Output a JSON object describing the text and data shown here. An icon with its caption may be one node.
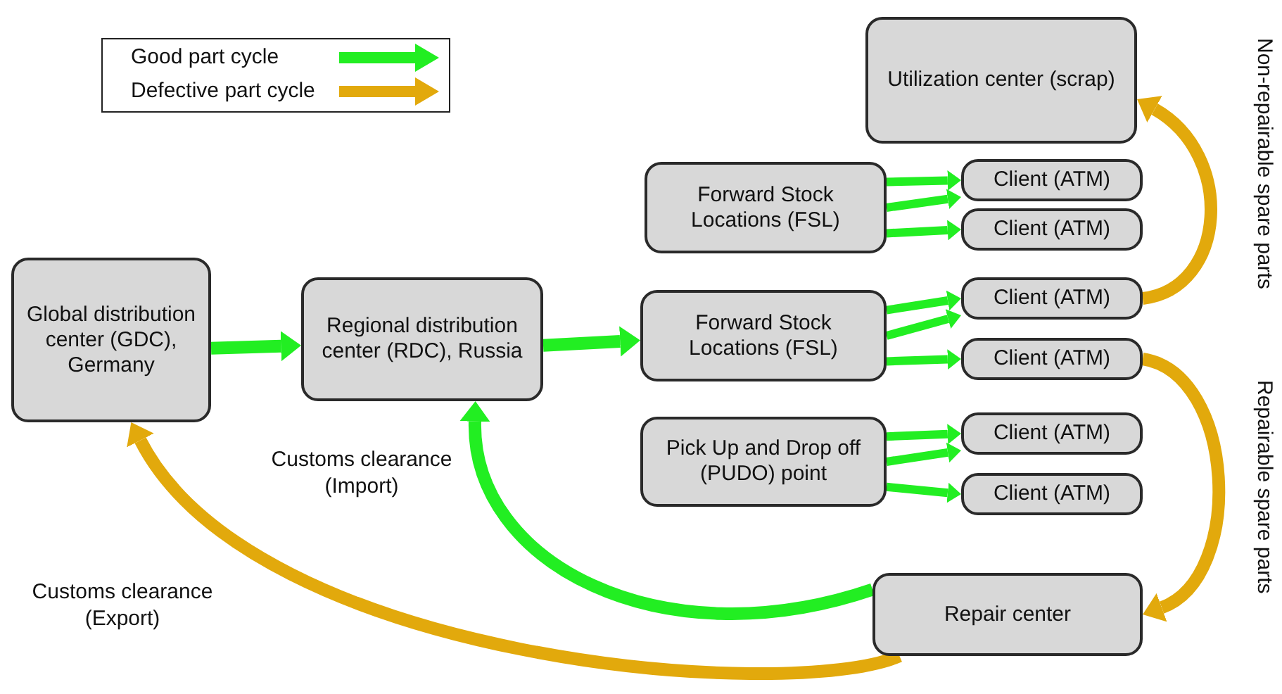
{
  "diagram": {
    "nodes": [
      {
        "text": [
          "Utilization center (scrap)"
        ]
      },
      {
        "text": [
          "Global distribution center (GDC), Germany"
        ]
      },
      {
        "text": [
          "Regional distribution center (RDC), Russia"
        ]
      },
      {
        "text": [
          "Forward Stock Locations (FSL)"
        ]
      },
      {
        "text": [
          "Forward Stock Locations (FSL)"
        ]
      },
      {
        "text": [
          "Pick Up and Drop off (PUDO) point"
        ]
      },
      {
        "text": [
          "Client (ATM)"
        ]
      },
      {
        "text": [
          "Client (ATM)"
        ]
      },
      {
        "text": [
          "Client (ATM)"
        ]
      },
      {
        "text": [
          "Client (ATM)"
        ]
      },
      {
        "text": [
          "Client (ATM)"
        ]
      },
      {
        "text": [
          "Client (ATM)"
        ]
      },
      {
        "text": [
          "Repair center"
        ]
      }
    ],
    "edges": [
      {
        "from": 1,
        "to": 2,
        "arrow": "to"
      },
      {
        "from": 2,
        "to": 4,
        "arrow": "to"
      },
      {
        "from": 3,
        "to": 6,
        "arrow": "to"
      },
      {
        "from": 3,
        "to": 6,
        "arrow": "to"
      },
      {
        "from": 3,
        "to": 7,
        "arrow": "to"
      },
      {
        "from": 4,
        "to": 8,
        "arrow": "to"
      },
      {
        "from": 4,
        "to": 8,
        "arrow": "to"
      },
      {
        "from": 4,
        "to": 9,
        "arrow": "to"
      },
      {
        "from": 5,
        "to": 10,
        "arrow": "to"
      },
      {
        "from": 5,
        "to": 10,
        "arrow": "to"
      },
      {
        "from": 5,
        "to": 11,
        "arrow": "to"
      },
      {
        "from": 8,
        "to": 0,
        "arrow": "to",
        "color": "#e2a90c",
        "label": "Non-repairable spare parts"
      },
      {
        "from": 9,
        "to": 12,
        "arrow": "to",
        "color": "#e2a90c",
        "label": "Repairable spare parts"
      },
      {
        "from": 12,
        "to": 2,
        "arrow": "to",
        "label": "Customs clearance (Import)"
      },
      {
        "from": 12,
        "to": 1,
        "arrow": "to",
        "color": "#e2a90c",
        "label": "Customs clearance (Export)"
      }
    ],
    "legend": [
      {
        "text": "Good part cycle",
        "color": "#22ee22"
      },
      {
        "text": "Defective part cycle",
        "color": "#e2a90c"
      }
    ]
  }
}
